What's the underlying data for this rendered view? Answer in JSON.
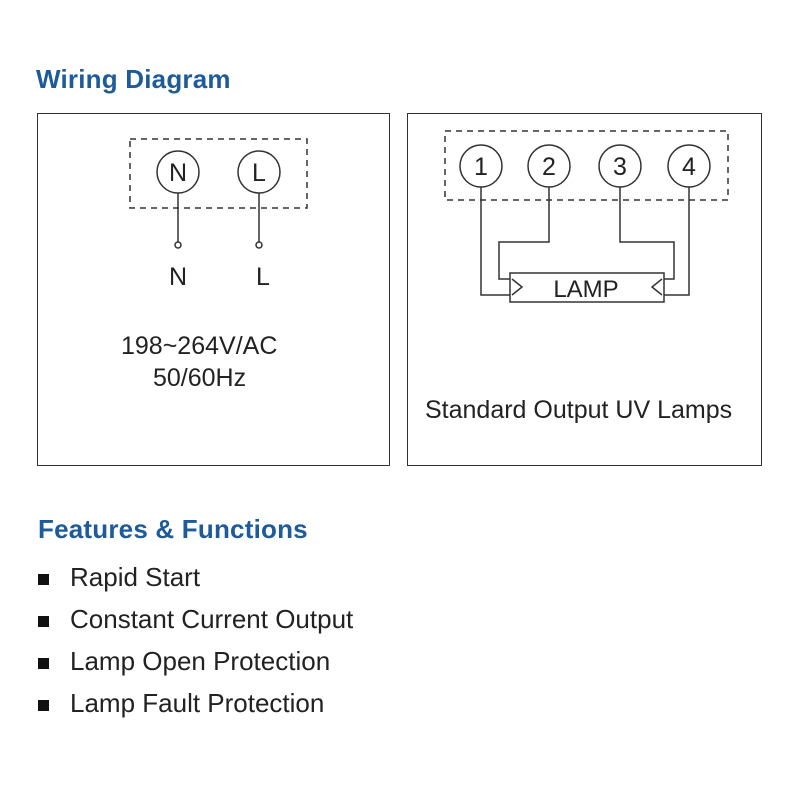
{
  "wiring": {
    "heading": "Wiring Diagram",
    "power": {
      "terminals": [
        "N",
        "L"
      ],
      "leads": [
        "N",
        "L"
      ],
      "voltage": "198~264V/AC",
      "frequency": "50/60Hz"
    },
    "lamp": {
      "terminals": [
        "1",
        "2",
        "3",
        "4"
      ],
      "lamp_label": "LAMP",
      "caption": "Standard Output UV Lamps"
    }
  },
  "features": {
    "heading": "Features & Functions",
    "items": [
      "Rapid Start",
      "Constant Current Output",
      "Lamp Open Protection",
      "Lamp Fault Protection"
    ]
  },
  "colors": {
    "heading": "#1d5b9a",
    "line": "#333333"
  }
}
